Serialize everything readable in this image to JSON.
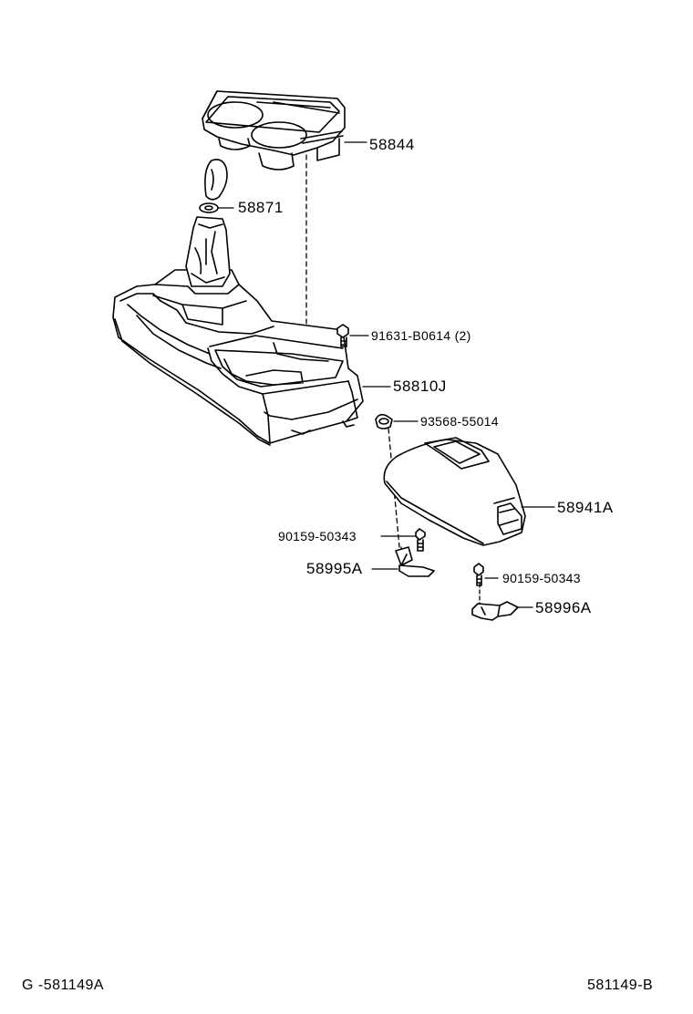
{
  "parts": {
    "cup_holder": "58844",
    "shift_knob_nut": "58871",
    "bolt_top": "91631-B0614 (2)",
    "console_box": "58810J",
    "clip": "93568-55014",
    "rear_console": "58941A",
    "screw_left": "90159-50343",
    "bracket_left": "58995A",
    "screw_right": "90159-50343",
    "bracket_right": "58996A"
  },
  "footer": {
    "left_code": "G -581149A",
    "right_code": "581149-B"
  }
}
